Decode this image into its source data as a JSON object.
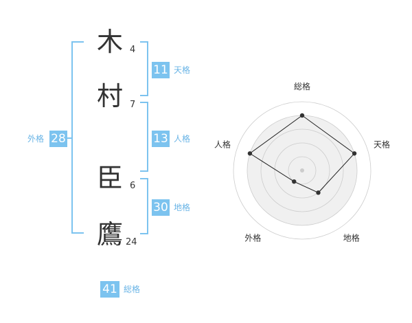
{
  "name": {
    "chars": [
      {
        "char": "木",
        "strokes": "4"
      },
      {
        "char": "村",
        "strokes": "7"
      },
      {
        "char": "臣",
        "strokes": "6"
      },
      {
        "char": "鷹",
        "strokes": "24"
      }
    ]
  },
  "fortunes": {
    "tenkaku": {
      "value": "11",
      "label": "天格"
    },
    "jinkaku": {
      "value": "13",
      "label": "人格"
    },
    "chikaku": {
      "value": "30",
      "label": "地格"
    },
    "gaikaku": {
      "value": "28",
      "label": "外格"
    },
    "soukaku": {
      "value": "41",
      "label": "総格"
    }
  },
  "chart_data": {
    "type": "radar",
    "axes": [
      "総格",
      "天格",
      "地格",
      "外格",
      "人格"
    ],
    "values": [
      4,
      4,
      2,
      1,
      4
    ],
    "rmax": 5,
    "rings": 5,
    "colors": {
      "fill": "#f0f0f0",
      "ring": "#cccccc",
      "line": "#222222",
      "point": "#333333",
      "center": "#cccccc"
    }
  },
  "colors": {
    "accent": "#7cc3ef",
    "label": "#69b4e6"
  }
}
